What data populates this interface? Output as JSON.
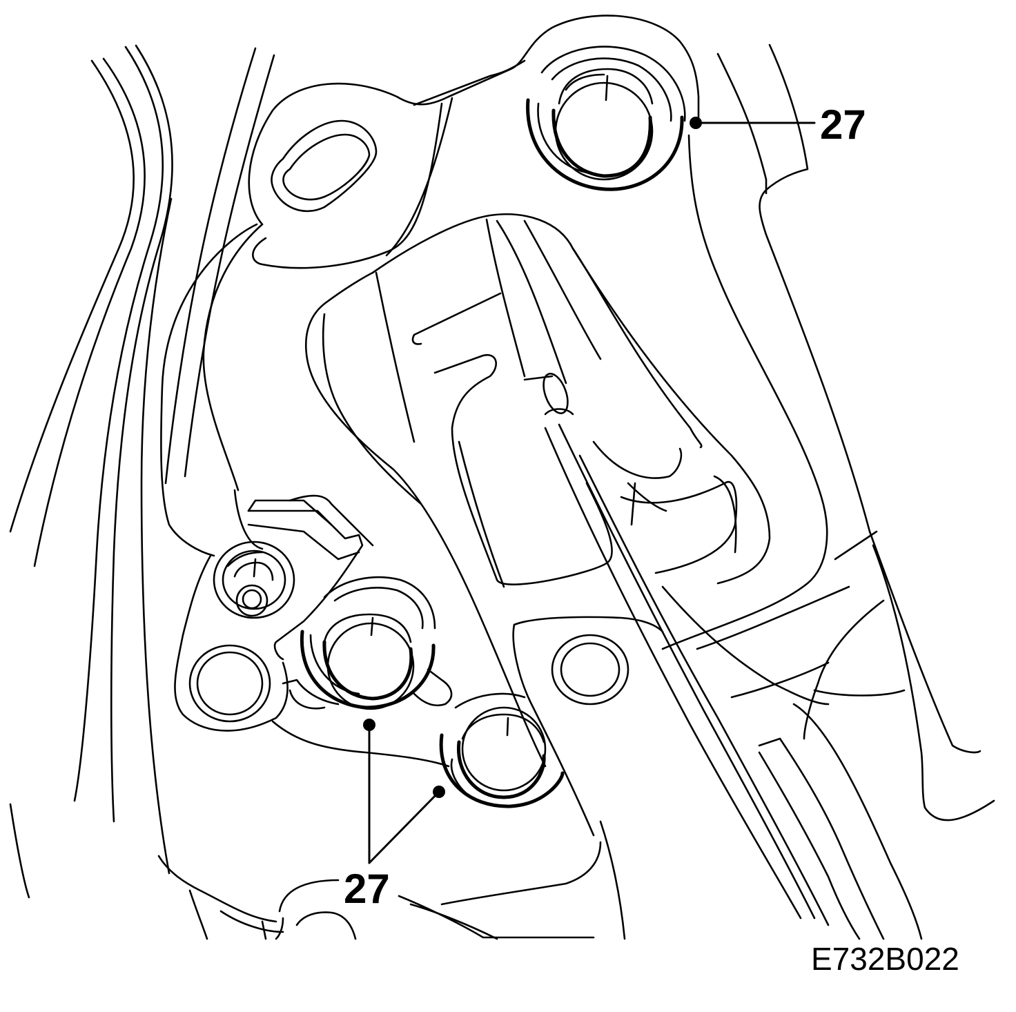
{
  "callouts": {
    "top_right": "27",
    "bottom": "27"
  },
  "figure_code": "E732B022"
}
